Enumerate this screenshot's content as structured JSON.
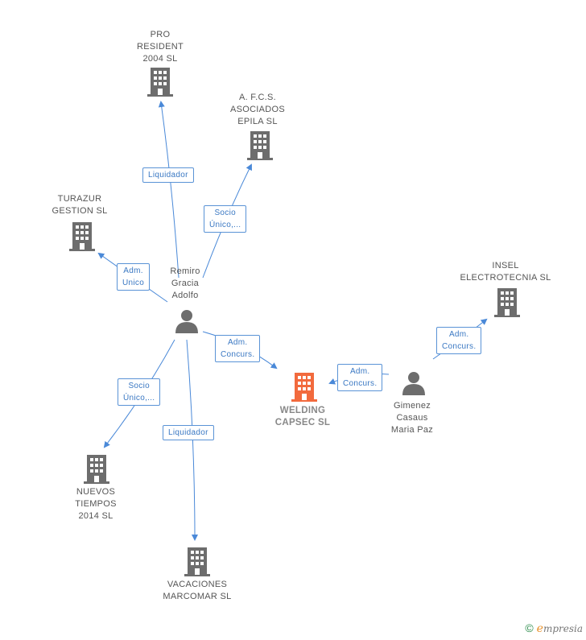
{
  "colors": {
    "edge": "#4a89d8",
    "company": "#6d6d6d",
    "focus": "#f26a3d",
    "person": "#6d6d6d"
  },
  "nodes": {
    "pro_resident": {
      "label": "PRO\nRESIDENT\n2004 SL",
      "type": "company"
    },
    "afcs": {
      "label": "A. F.C.S.\nASOCIADOS\nEPILA  SL",
      "type": "company"
    },
    "turazur": {
      "label": "TURAZUR\nGESTION SL",
      "type": "company"
    },
    "remiro": {
      "label": "Remiro\nGracia\nAdolfo",
      "type": "person"
    },
    "insel": {
      "label": "INSEL\nELECTROTECNIA SL",
      "type": "company"
    },
    "welding": {
      "label": "WELDING\nCAPSEC SL",
      "type": "company-focus"
    },
    "gimenez": {
      "label": "Gimenez\nCasaus\nMaria Paz",
      "type": "person"
    },
    "nuevos": {
      "label": "NUEVOS\nTIEMPOS\n2014  SL",
      "type": "company"
    },
    "vacaciones": {
      "label": "VACACIONES\nMARCOMAR SL",
      "type": "company"
    }
  },
  "edges": {
    "remiro_pro": "Liquidador",
    "remiro_afcs": "Socio\nÚnico,...",
    "remiro_turazur": "Adm.\nUnico",
    "remiro_welding": "Adm.\nConcurs.",
    "remiro_nuevos": "Socio\nÚnico,...",
    "remiro_vacaciones": "Liquidador",
    "gimenez_welding": "Adm.\nConcurs.",
    "gimenez_insel": "Adm.\nConcurs."
  },
  "footer": {
    "copyright": "©",
    "brand_initial": "e",
    "brand_rest": "mpresia"
  }
}
